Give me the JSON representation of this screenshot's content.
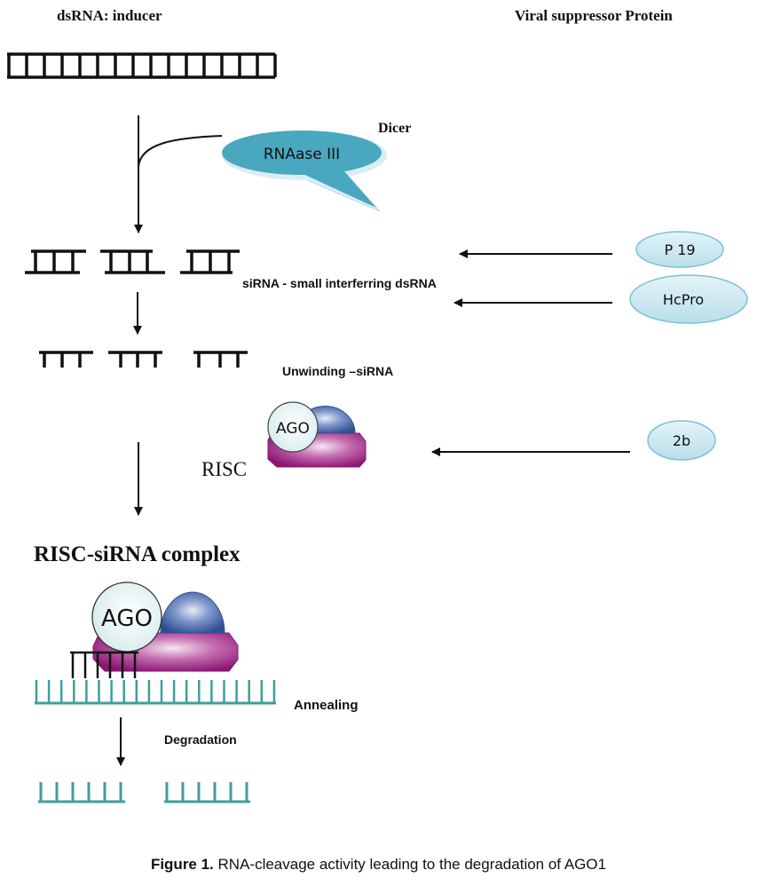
{
  "headers": {
    "inducer": "dsRNA: inducer",
    "suppressor": "Viral suppressor Protein"
  },
  "dicer": {
    "label": "Dicer",
    "bubble_text": "RNAase III"
  },
  "labels": {
    "sirna": "siRNA - small interferring dsRNA",
    "unwinding": "Unwinding –siRNA",
    "risc": "RISC",
    "risc_complex": "RISC-siRNA complex",
    "annealing": "Annealing",
    "degradation": "Degradation",
    "ago_small": "AGO",
    "ago_large": "AGO"
  },
  "suppressors": [
    {
      "name": "P 19",
      "target": "siRNA"
    },
    {
      "name": "HcPro",
      "target": "siRNA"
    },
    {
      "name": "2b",
      "target": "RISC"
    }
  ],
  "caption": {
    "prefix": "Figure 1.",
    "text": " RNA-cleavage activity leading to the degradation of AGO1"
  },
  "colors": {
    "ink": "#111111",
    "bubble": "#4aa7c0",
    "suppressor_fill": "#cfe9f1",
    "suppressor_stroke": "#7cc1d4",
    "teal_strand": "#3d9f9c",
    "ago_fill": "#e3f2f2",
    "blue_dome": "#3d5fa3",
    "magenta_body": "#9b1a80"
  }
}
